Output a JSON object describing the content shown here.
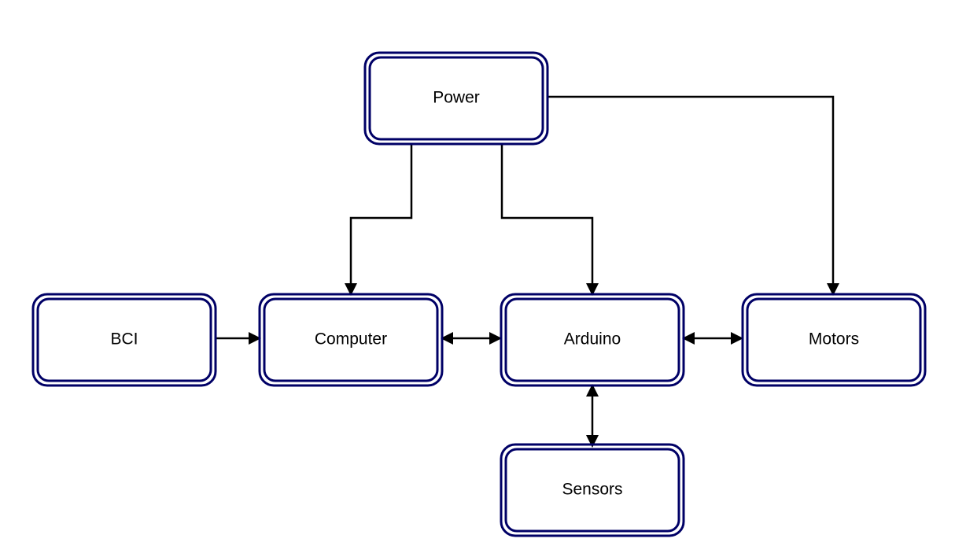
{
  "colors": {
    "node_border": "#000066",
    "node_fill": "#ffffff",
    "edge": "#000000",
    "text": "#000000"
  },
  "nodes": {
    "power": {
      "label": "Power"
    },
    "bci": {
      "label": "BCI"
    },
    "computer": {
      "label": "Computer"
    },
    "arduino": {
      "label": "Arduino"
    },
    "motors": {
      "label": "Motors"
    },
    "sensors": {
      "label": "Sensors"
    }
  },
  "edges": [
    {
      "from": "power",
      "to": "computer",
      "direction": "forward"
    },
    {
      "from": "power",
      "to": "arduino",
      "direction": "forward"
    },
    {
      "from": "power",
      "to": "motors",
      "direction": "forward"
    },
    {
      "from": "bci",
      "to": "computer",
      "direction": "forward"
    },
    {
      "from": "computer",
      "to": "arduino",
      "direction": "bidirectional"
    },
    {
      "from": "arduino",
      "to": "motors",
      "direction": "bidirectional"
    },
    {
      "from": "arduino",
      "to": "sensors",
      "direction": "bidirectional"
    }
  ]
}
